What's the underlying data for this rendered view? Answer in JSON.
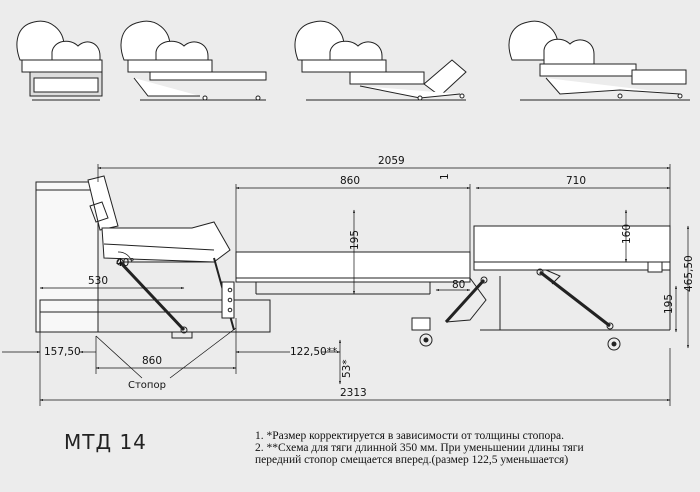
{
  "model": "МТД 14",
  "dimensions": {
    "total_length": "2059",
    "middle_width": "860",
    "right_width": "710",
    "small_marker": "1",
    "middle_height": "195",
    "right_height": "160",
    "overall_height": "465,50",
    "right_lower": "195",
    "eighty": "80",
    "angle": "40°",
    "left_offset": "530",
    "start_offset": "157,50",
    "lower_width": "860",
    "rod_offset": "122,50**",
    "stopper_size": "53*",
    "overall_length": "2313"
  },
  "labels": {
    "stopper": "Стопор"
  },
  "notes": [
    "1. *Размер корректируется в зависимости от толщины стопора.",
    "2. **Схема для тяги длинной 350 мм. При уменьшении длины тяги",
    "передний стопор смещается вперед.(размер 122,5 уменьшается)"
  ]
}
